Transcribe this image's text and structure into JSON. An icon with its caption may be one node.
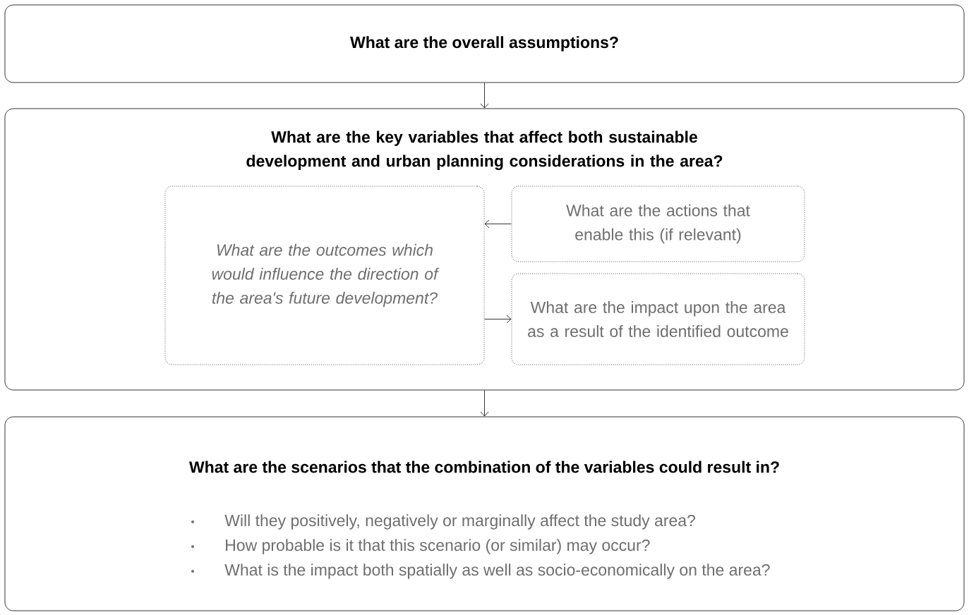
{
  "diagram": {
    "nodes": [
      {
        "text": [
          "What are the overall assumptions?"
        ]
      },
      {
        "text": [
          "What are the key variables that affect both sustainable development and urban planning considerations in the area?"
        ]
      },
      {
        "text": [
          "What are the outcomes which would influence the direction of the area's future development?"
        ],
        "in": 1
      },
      {
        "text": [
          "What are the actions that enable this (if relevant)"
        ],
        "in": 1
      },
      {
        "text": [
          "What are the impact upon the area as a result of the identified outcome"
        ],
        "in": 1
      },
      {
        "text": [
          "What are the scenarios that the combination of the variables could result in?",
          "Will they positively, negatively or marginally affect the study area?",
          "How probable is it that this scenario (or similar) may occur?",
          "What is the impact both spatially as well as socio-economically on the area?"
        ]
      }
    ],
    "edges": [
      {
        "from": 0,
        "to": 1,
        "arrow": "to"
      },
      {
        "from": 1,
        "to": 5,
        "arrow": "to"
      },
      {
        "from": 3,
        "to": 2,
        "arrow": "to"
      },
      {
        "from": 2,
        "to": 4,
        "arrow": "to"
      }
    ]
  }
}
